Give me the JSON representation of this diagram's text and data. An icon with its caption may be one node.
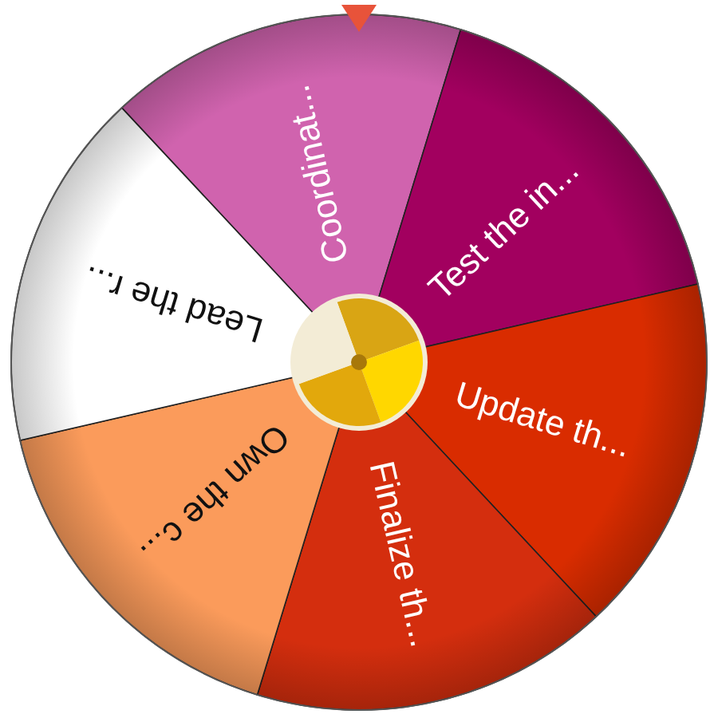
{
  "diagram": {
    "nodes": [
      {
        "text": [
          "Coordinat..."
        ]
      },
      {
        "text": [
          "Test the in..."
        ]
      },
      {
        "text": [
          "Update th..."
        ]
      },
      {
        "text": [
          "Finalize th..."
        ]
      },
      {
        "text": [
          "Own the c..."
        ]
      },
      {
        "text": [
          "Lead the r..."
        ]
      }
    ]
  }
}
